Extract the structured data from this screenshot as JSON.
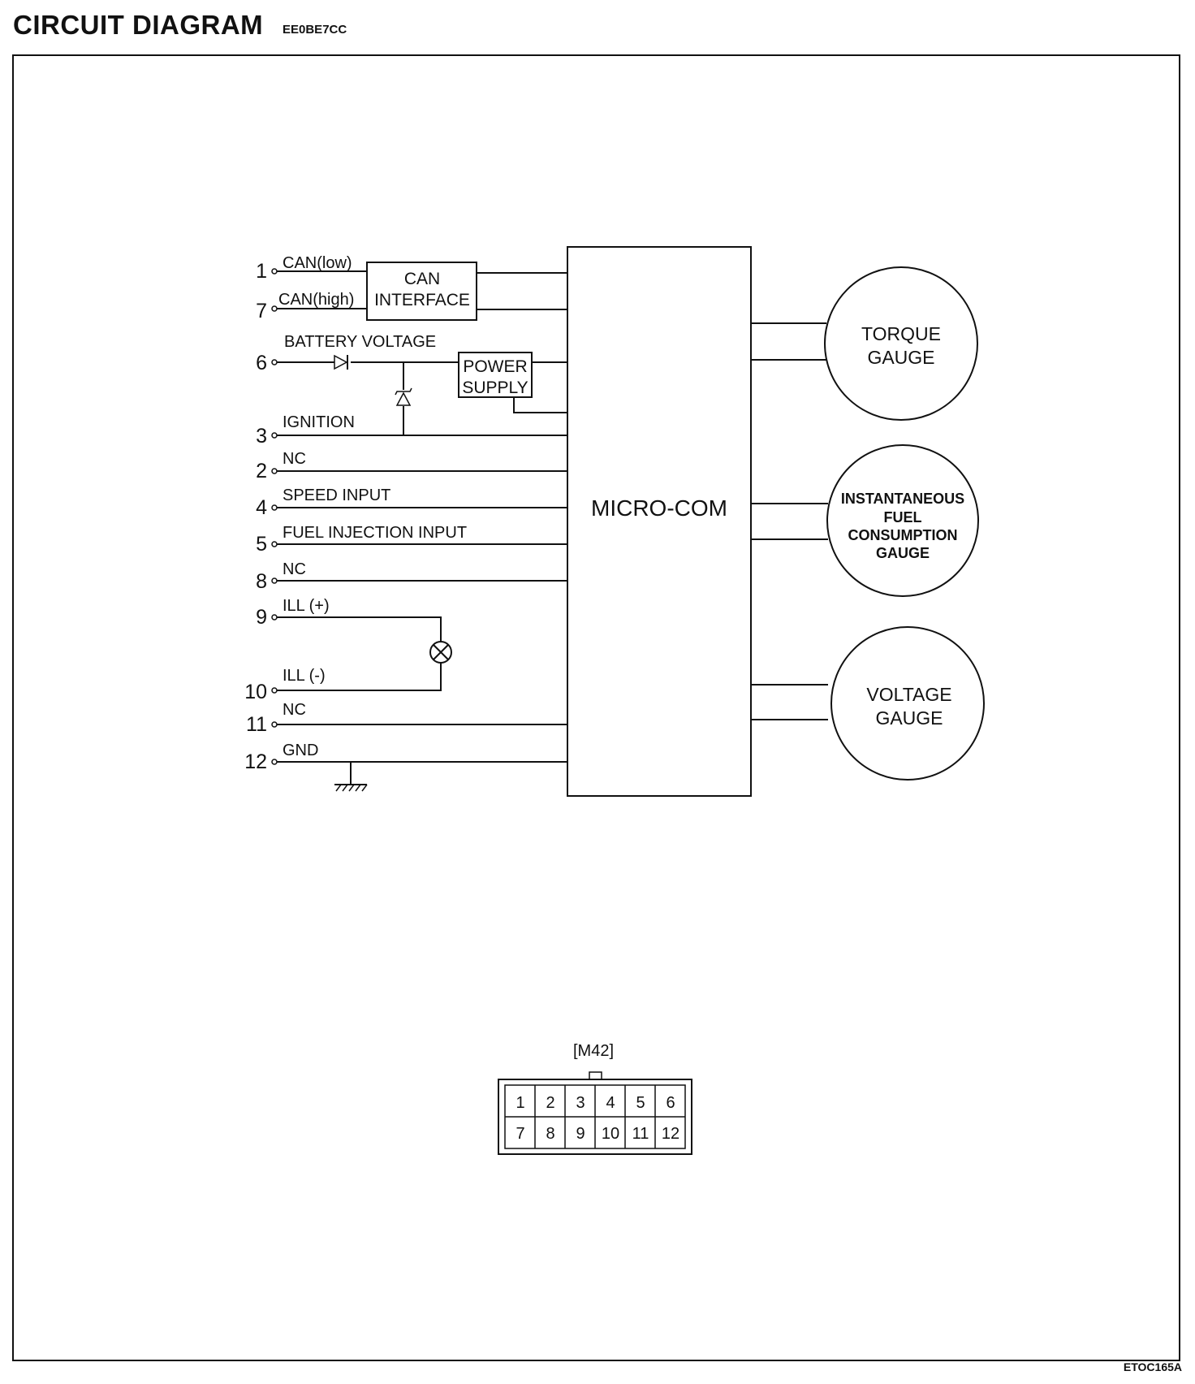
{
  "header": {
    "title": "CIRCUIT DIAGRAM",
    "code": "EE0BE7CC"
  },
  "figure_code": "ETOC165A",
  "pins": [
    {
      "num": "1",
      "label": "CAN(low)"
    },
    {
      "num": "7",
      "label": "CAN(high)"
    },
    {
      "num": "6",
      "label": "BATTERY VOLTAGE"
    },
    {
      "num": "3",
      "label": "IGNITION"
    },
    {
      "num": "2",
      "label": "NC"
    },
    {
      "num": "4",
      "label": "SPEED INPUT"
    },
    {
      "num": "5",
      "label": "FUEL INJECTION INPUT"
    },
    {
      "num": "8",
      "label": "NC"
    },
    {
      "num": "9",
      "label": "ILL (+)"
    },
    {
      "num": "10",
      "label": "ILL (-)"
    },
    {
      "num": "11",
      "label": "NC"
    },
    {
      "num": "12",
      "label": "GND"
    }
  ],
  "blocks": {
    "can_interface": [
      "CAN",
      "INTERFACE"
    ],
    "power_supply": [
      "POWER",
      "SUPPLY"
    ],
    "micro_com": "MICRO-COM"
  },
  "gauges": {
    "torque": [
      "TORQUE",
      "GAUGE"
    ],
    "fuel": [
      "INSTANTANEOUS",
      "FUEL",
      "CONSUMPTION",
      "GAUGE"
    ],
    "voltage": [
      "VOLTAGE",
      "GAUGE"
    ]
  },
  "connector": {
    "name": "[M42]",
    "top_row": [
      "1",
      "2",
      "3",
      "4",
      "5",
      "6"
    ],
    "bottom_row": [
      "7",
      "8",
      "9",
      "10",
      "11",
      "12"
    ]
  }
}
